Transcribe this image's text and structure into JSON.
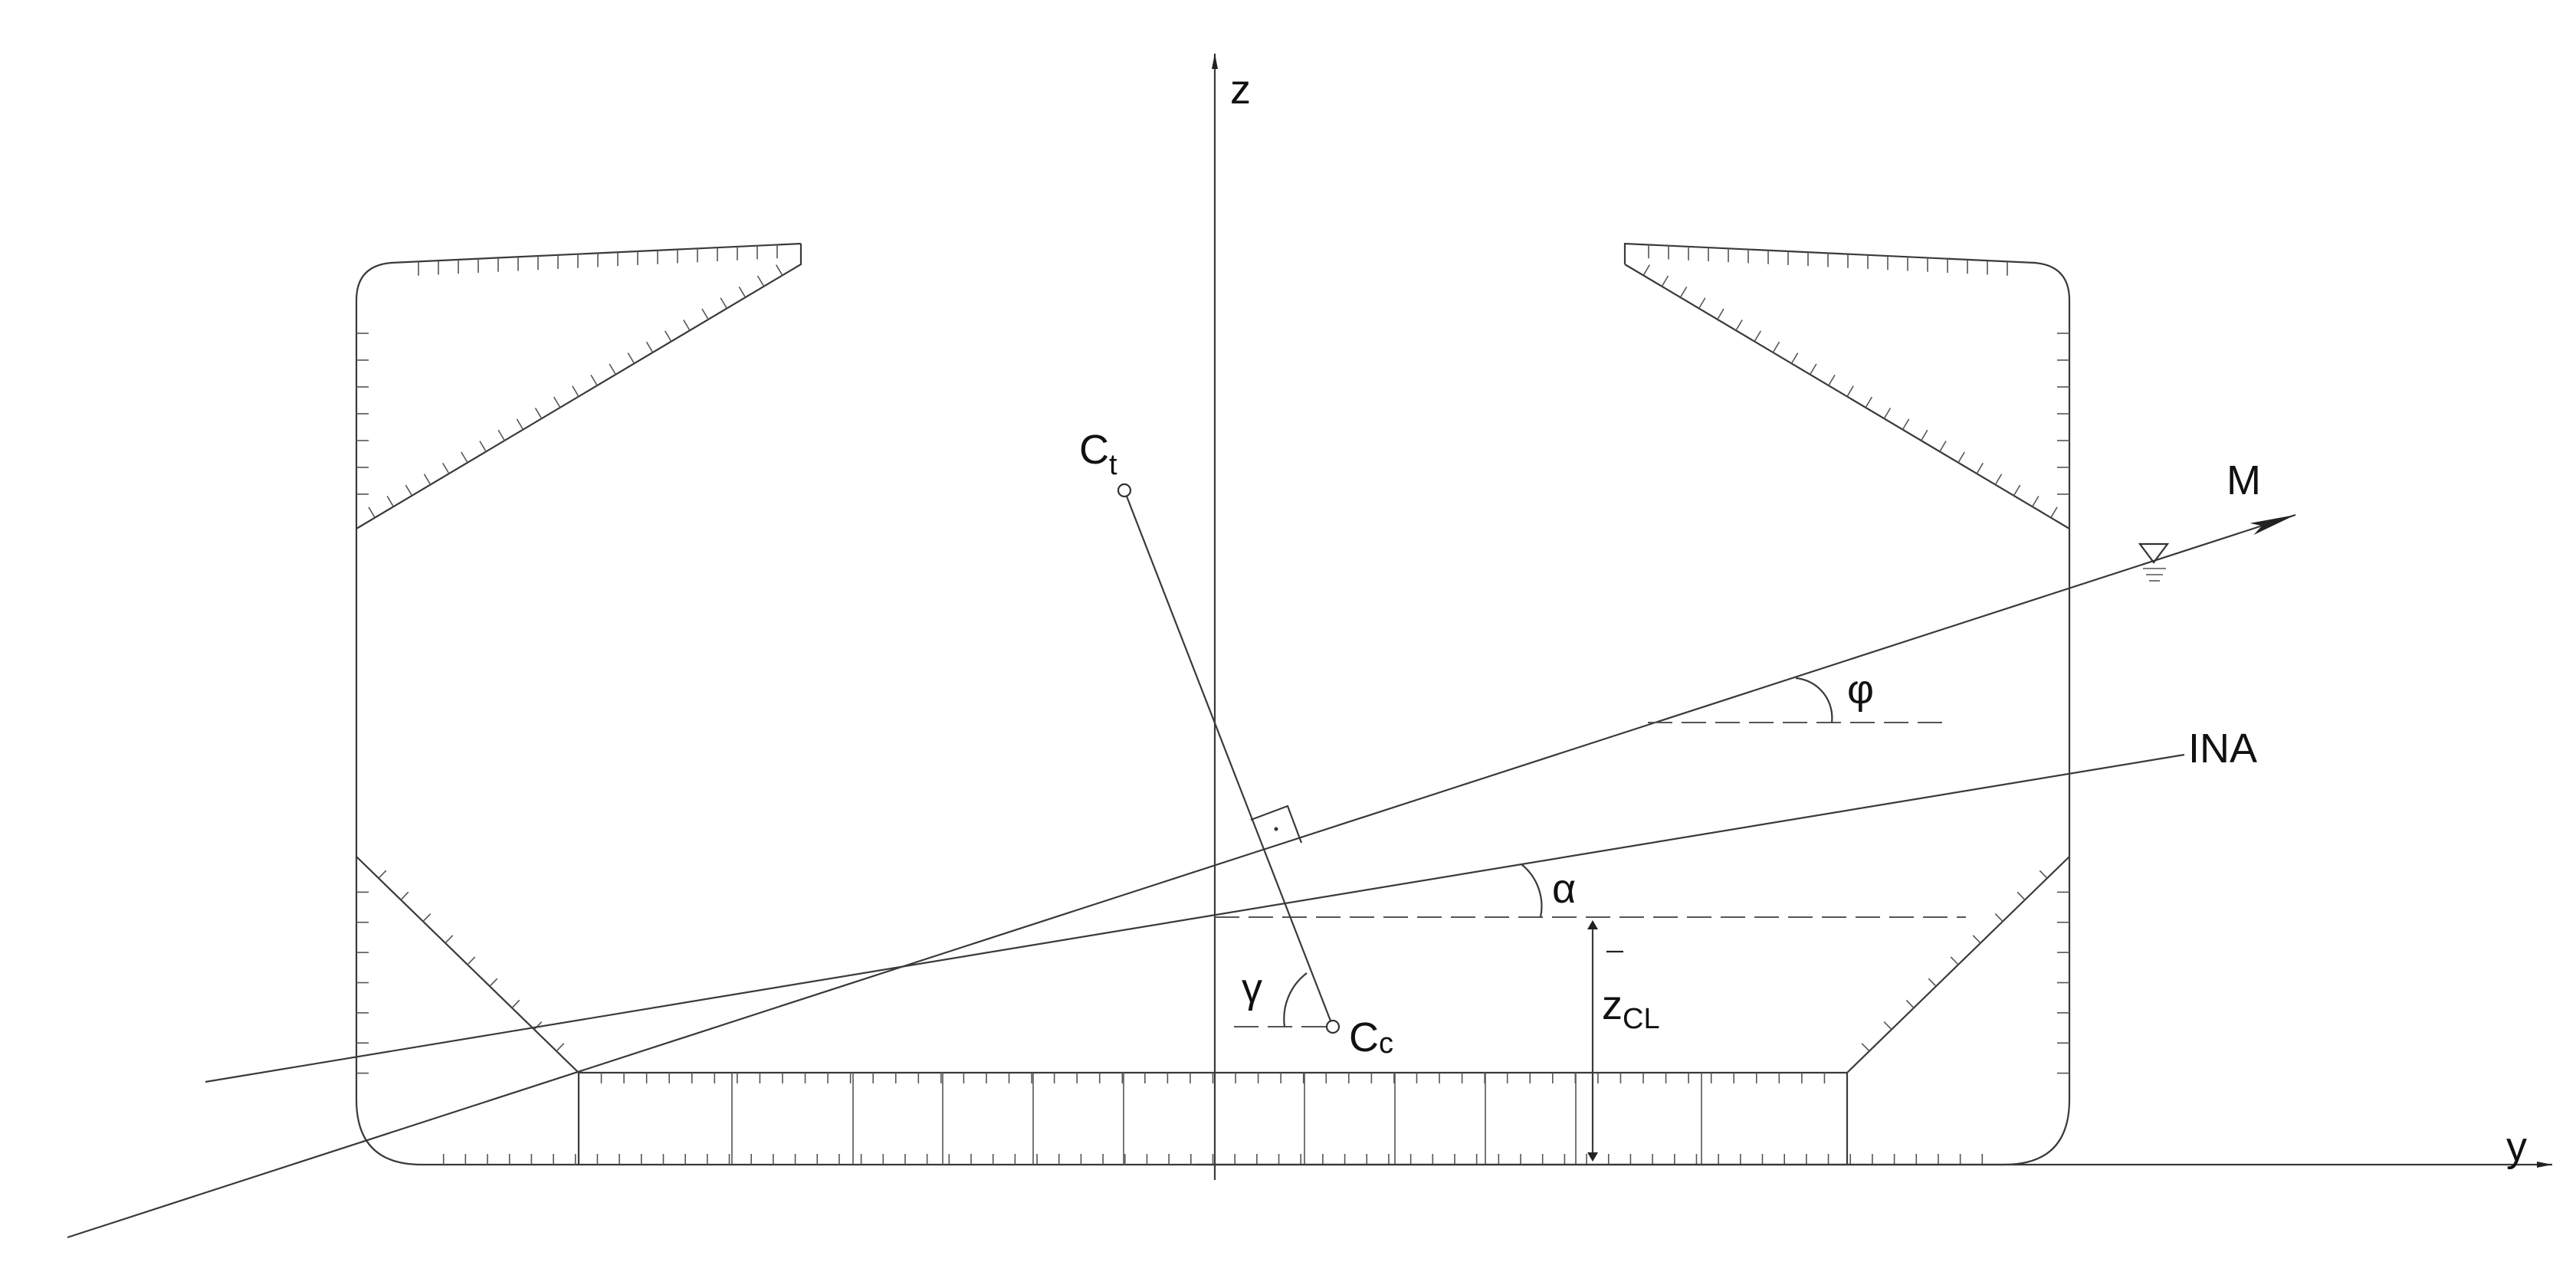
{
  "labels": {
    "z_axis": "z",
    "y_axis": "y",
    "moment": "M",
    "ina": "INA",
    "phi": "φ",
    "alpha": "α",
    "gamma": "γ",
    "ct_main": "C",
    "ct_sub": "t",
    "cc_main": "C",
    "cc_sub": "c",
    "zcl_main": "z",
    "zcl_sub": "CL"
  },
  "colors": {
    "line": "#3a3a3a",
    "text": "#111111",
    "background": "#ffffff"
  },
  "icons": {
    "waterline": "waterline-symbol-icon",
    "right_angle": "right-angle-mark-icon"
  }
}
